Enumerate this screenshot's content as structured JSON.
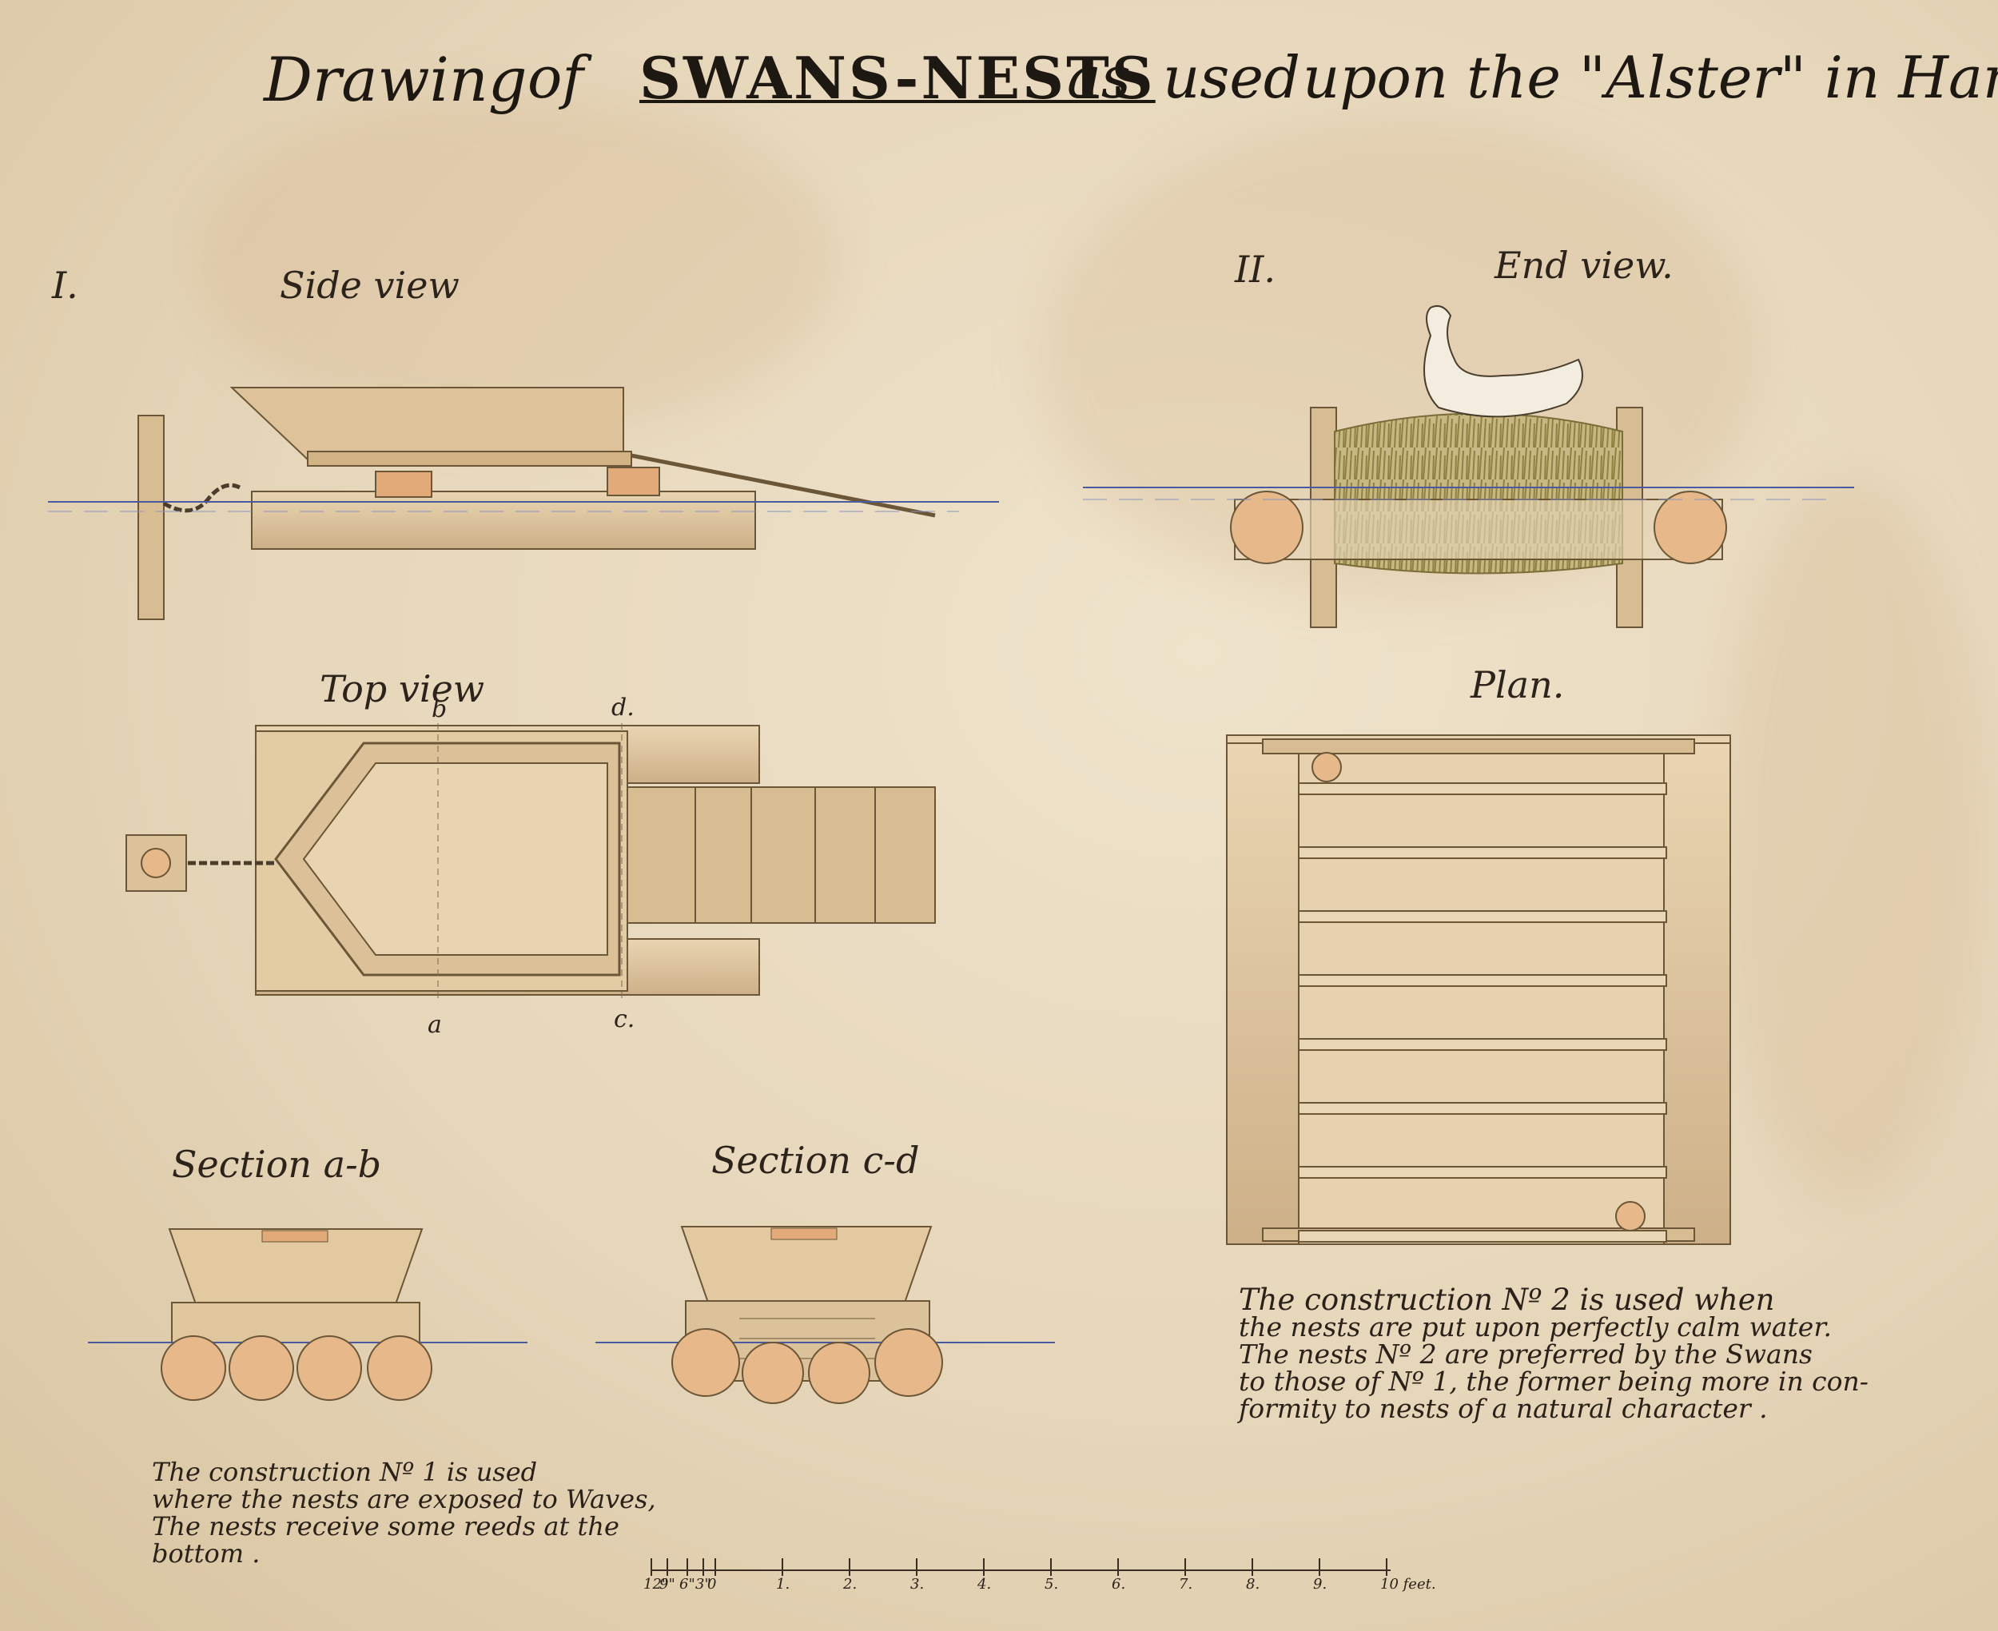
{
  "title": {
    "part1": "Drawing",
    "part2": "of",
    "part3": "SWANS-NESTS",
    "part4": "as",
    "part5": "used",
    "part6": "upon the \"Alster\" in Hamburg"
  },
  "section1": {
    "number": "I.",
    "side_view": "Side view",
    "top_view": "Top view",
    "marks": {
      "b": "b",
      "d": "d.",
      "a": "a",
      "c": "c."
    },
    "section_ab": "Section a-b",
    "section_cd": "Section c-d",
    "note_lines": [
      "The construction Nº 1 is used",
      "where the nests are exposed to Waves,",
      "The nests receive some reeds at the",
      "bottom ."
    ]
  },
  "section2": {
    "number": "II.",
    "end_view": "End view.",
    "plan": "Plan.",
    "note_lines": [
      "The construction Nº 2 is used when",
      "the nests are put upon perfectly calm water.",
      "The nests Nº 2 are preferred by the Swans",
      "to those of Nº 1, the former being more in con-",
      "formity to nests of a natural character ."
    ]
  },
  "scale": {
    "inch_labels": [
      "12\"",
      "9\"",
      "6\"",
      "3\"",
      "0"
    ],
    "foot_labels": [
      "1.",
      "2.",
      "3.",
      "4.",
      "5.",
      "6.",
      "7.",
      "8.",
      "9.",
      "10 feet."
    ]
  },
  "colors": {
    "paper": "#e6d7bd",
    "wood": "#dcc29a",
    "wood_dark": "#b89768",
    "ink": "#2c231a",
    "water": "#4a5aa0",
    "log_end": "#e7b88a",
    "reeds": "#a89a55"
  }
}
